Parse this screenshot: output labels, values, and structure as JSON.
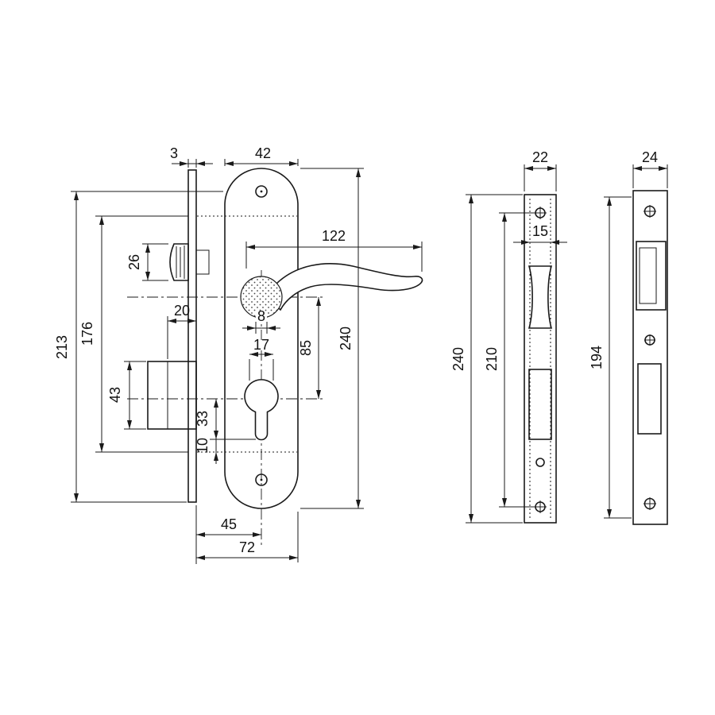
{
  "page": {
    "background": "#ffffff",
    "line_color": "#1a1a1a",
    "text_color": "#111111"
  },
  "views": {
    "main": {
      "dims": {
        "faceplate_thickness": "3",
        "plate_width": "42",
        "handle_length": "122",
        "latch_height": "26",
        "follower_depth": "20",
        "overall_height": "213",
        "body_height": "176",
        "case_height": "43",
        "cylinder_offset": "33",
        "bottom_offset": "10",
        "cylinder_width": "17",
        "spindle_size": "8",
        "handle_to_cylinder": "85",
        "plate_height": "240",
        "backset": "45",
        "case_depth": "72"
      }
    },
    "faceplate": {
      "dims": {
        "width": "22",
        "opening_width": "15",
        "height": "240",
        "screw_spacing": "210"
      }
    },
    "strike": {
      "dims": {
        "width": "24",
        "height": "194"
      }
    }
  }
}
